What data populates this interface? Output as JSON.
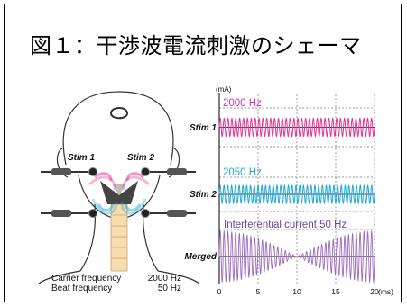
{
  "slide": {
    "title": "図１：干渉波電流刺激のシェーマ"
  },
  "head_figure": {
    "stim1_label": "Stim 1",
    "stim2_label": "Stim 2",
    "carrier_label": "Carrier frequency",
    "carrier_value": "2000 Hz",
    "beat_label": "Beat frequency",
    "beat_value": "50 Hz"
  },
  "colors": {
    "stim1": "#e0338f",
    "stim2": "#1fa9d6",
    "merged": "#9b6bbd",
    "axis": "#000000",
    "grid": "#777777"
  },
  "chart_data": {
    "type": "line",
    "y_unit_label": "(mA)",
    "x_unit_label": "(ms)",
    "xlim": [
      0,
      20
    ],
    "x_ticks": [
      0,
      5,
      10,
      15,
      20
    ],
    "series": [
      {
        "name": "Stim 1",
        "freq_label": "2000 Hz"
      },
      {
        "name": "Stim 2",
        "freq_label": "2050 Hz"
      },
      {
        "name": "Merged",
        "freq_label": "Interferential current 50 Hz"
      }
    ]
  }
}
